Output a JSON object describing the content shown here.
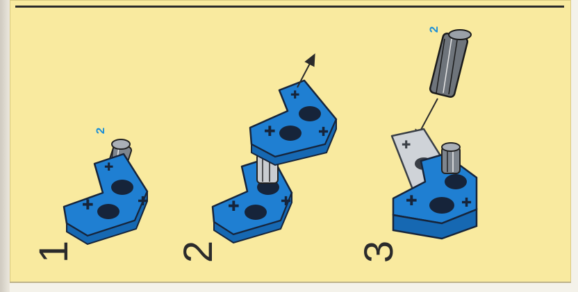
{
  "steps": [
    {
      "number": "1",
      "quantity": "2"
    },
    {
      "number": "2"
    },
    {
      "number": "3",
      "quantity": "2"
    }
  ],
  "colors": {
    "panel": "#f9ea9f",
    "beam_blue": "#1f7fd2",
    "beam_light_grey": "#cfd3d8",
    "peg_grey": "#9aa0a8",
    "text_dark": "#2b2b2b",
    "quantity_blue": "#1d8fd6"
  }
}
